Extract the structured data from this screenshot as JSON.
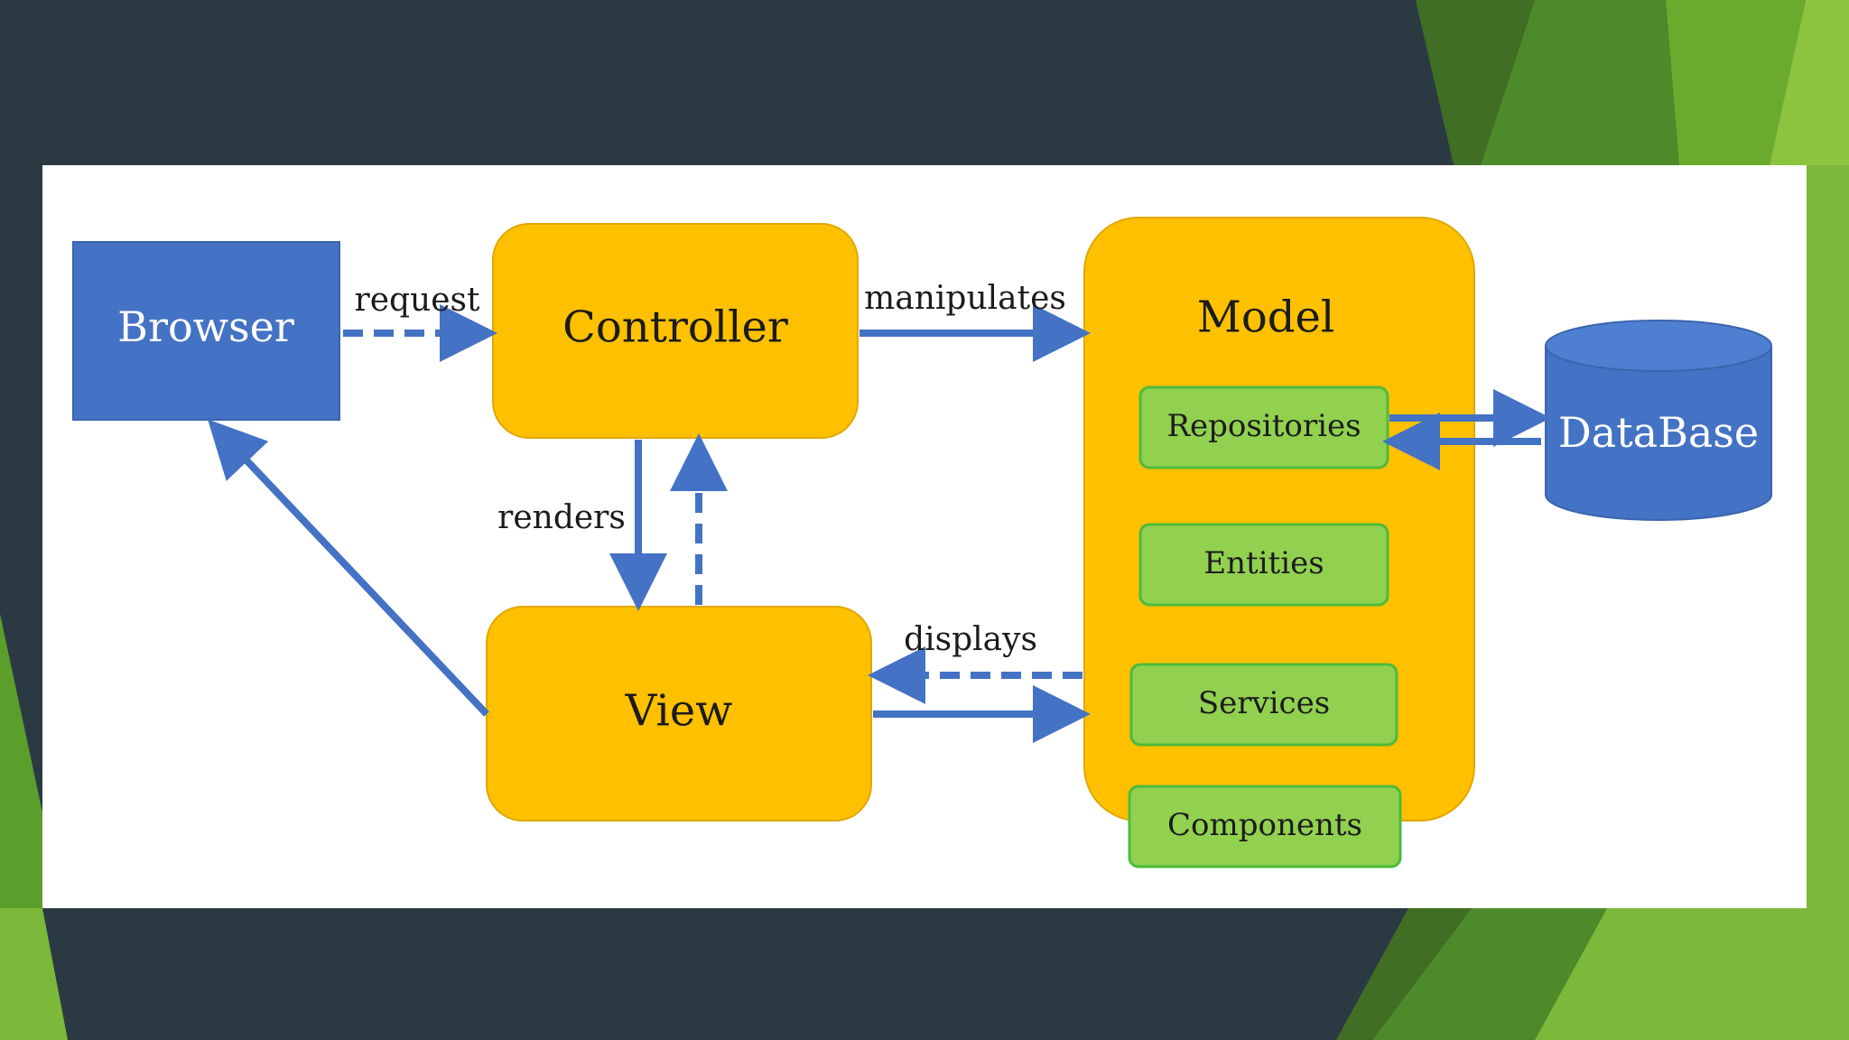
{
  "nodes": {
    "browser": "Browser",
    "controller": "Controller",
    "view": "View",
    "model": "Model",
    "database": "DataBase",
    "repositories": "Repositories",
    "entities": "Entities",
    "services": "Services",
    "components": "Components"
  },
  "edges": {
    "request": "request",
    "manipulates": "manipulates",
    "renders": "renders",
    "displays": "displays"
  },
  "colors": {
    "blue": "#4472c4",
    "arrow": "#4472c4",
    "orange": "#ffc000",
    "green": "#92d050",
    "green_border": "#4cbb3c",
    "background": "#2b3a42",
    "accent_green": "#6aab2e"
  }
}
